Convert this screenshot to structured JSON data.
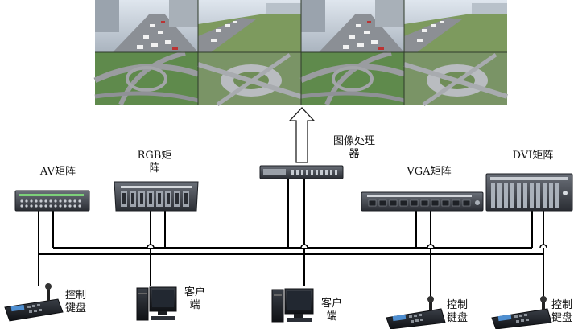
{
  "video_wall": {
    "feeds": [
      "traffic-camera-view",
      "road-camera-view",
      "traffic-camera-view",
      "road-camera-view",
      "interchange-camera-view",
      "plaza-camera-view",
      "interchange-camera-view",
      "plaza-camera-view"
    ]
  },
  "devices": {
    "av_matrix": {
      "label": "AV矩阵"
    },
    "rgb_matrix": {
      "label": "RGB矩\n阵"
    },
    "image_processor": {
      "label": "图像处理\n器"
    },
    "vga_matrix": {
      "label": "VGA矩阵"
    },
    "dvi_matrix": {
      "label": "DVI矩阵"
    }
  },
  "endpoints": {
    "keyboard_left": {
      "label": "控制\n键盘"
    },
    "client_left": {
      "label": "客户\n端"
    },
    "client_center": {
      "label": "客户\n端"
    },
    "keyboard_center": {
      "label": "控制\n键盘"
    },
    "keyboard_right": {
      "label": "控制\n键盘"
    }
  },
  "colors": {
    "line": "#000000",
    "arrow_fill": "#ffffff",
    "arrow_stroke": "#222222",
    "device_dark": "#2b2f36",
    "device_panel": "#4a4f58",
    "grass": "#5f8f4a",
    "road": "#8d9096",
    "sky": "#c9d2dc"
  }
}
